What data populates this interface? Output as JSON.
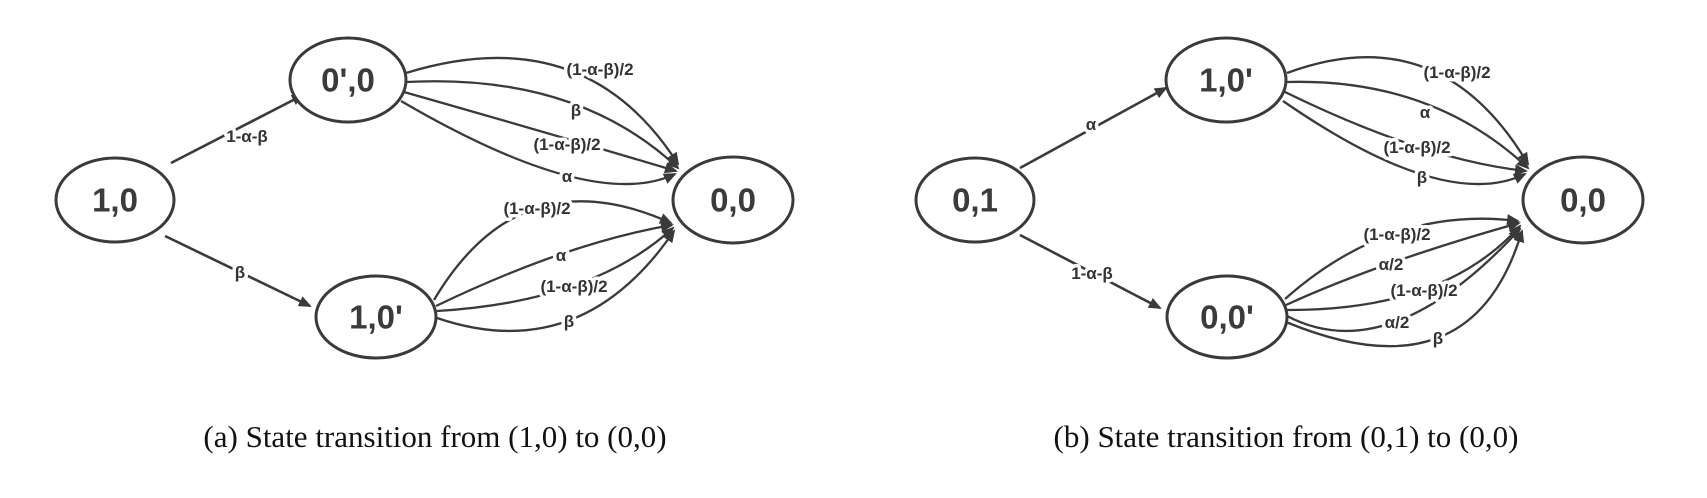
{
  "colors": {
    "background": "#ffffff",
    "stroke": "#3a3a3a",
    "node_text": "#3b3b3b",
    "edge_label_text": "#333333",
    "caption_text": "#111111"
  },
  "diagrams": [
    {
      "id": "a",
      "caption": "(a) State transition from (1,0) to (0,0)",
      "nodes": [
        {
          "label": "1,0"
        },
        {
          "label": "0',0"
        },
        {
          "label": "1,0'"
        },
        {
          "label": "0,0"
        }
      ],
      "edges": [
        {
          "from": "1,0",
          "to": "0',0",
          "label": "1-α-β"
        },
        {
          "from": "1,0",
          "to": "1,0'",
          "label": "β"
        },
        {
          "from": "0',0",
          "to": "0,0",
          "label": "(1-α-β)/2"
        },
        {
          "from": "0',0",
          "to": "0,0",
          "label": "β"
        },
        {
          "from": "0',0",
          "to": "0,0",
          "label": "(1-α-β)/2"
        },
        {
          "from": "0',0",
          "to": "0,0",
          "label": "α"
        },
        {
          "from": "1,0'",
          "to": "0,0",
          "label": "(1-α-β)/2"
        },
        {
          "from": "1,0'",
          "to": "0,0",
          "label": "α"
        },
        {
          "from": "1,0'",
          "to": "0,0",
          "label": "(1-α-β)/2"
        },
        {
          "from": "1,0'",
          "to": "0,0",
          "label": "β"
        }
      ]
    },
    {
      "id": "b",
      "caption": "(b) State transition from (0,1) to (0,0)",
      "nodes": [
        {
          "label": "0,1"
        },
        {
          "label": "1,0'"
        },
        {
          "label": "0,0'"
        },
        {
          "label": "0,0"
        }
      ],
      "edges": [
        {
          "from": "0,1",
          "to": "1,0'",
          "label": "α"
        },
        {
          "from": "0,1",
          "to": "0,0'",
          "label": "1-α-β"
        },
        {
          "from": "1,0'",
          "to": "0,0",
          "label": "(1-α-β)/2"
        },
        {
          "from": "1,0'",
          "to": "0,0",
          "label": "α"
        },
        {
          "from": "1,0'",
          "to": "0,0",
          "label": "(1-α-β)/2"
        },
        {
          "from": "1,0'",
          "to": "0,0",
          "label": "β"
        },
        {
          "from": "0,0'",
          "to": "0,0",
          "label": "(1-α-β)/2"
        },
        {
          "from": "0,0'",
          "to": "0,0",
          "label": "α/2"
        },
        {
          "from": "0,0'",
          "to": "0,0",
          "label": "(1-α-β)/2"
        },
        {
          "from": "0,0'",
          "to": "0,0",
          "label": "α/2"
        },
        {
          "from": "0,0'",
          "to": "0,0",
          "label": "β"
        }
      ]
    }
  ]
}
